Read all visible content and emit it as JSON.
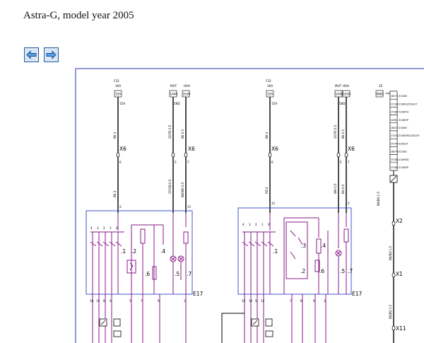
{
  "page": {
    "title": "Astra-G, model year 2005"
  },
  "nav": {
    "back_label": "Back",
    "forward_label": "Forward"
  },
  "diagram": {
    "left_circuit": {
      "fuse_top": [
        "F32",
        "30A"
      ],
      "terminals_top": [
        {
          "id": "15A",
          "sub": "15A"
        },
        {
          "id": "1440",
          "sub": "58D"
        },
        {
          "id": "1630",
          "sub": ""
        }
      ],
      "bus_top": [
        "MUT",
        "HSH"
      ],
      "wire_labels": [
        "BK 4",
        "GY/YE 0.5",
        "BK 0.5",
        "BK 4",
        "GY/GN 0.5",
        "BK/WH 0.5"
      ],
      "connector": "X6",
      "pin_numbers": [
        "6",
        "5",
        "7",
        "2",
        "11"
      ],
      "module_pins": [
        "4",
        "3",
        "2",
        "1",
        "0"
      ],
      "component_labels": [
        ".1",
        ".2",
        ".4",
        ".5",
        ".6",
        ".7"
      ],
      "module": "E17",
      "bottom_pins": [
        "16",
        "15",
        "8",
        "4",
        "5",
        "7",
        "6",
        "3"
      ]
    },
    "right_circuit": {
      "fuse_top": [
        "F32",
        "30A"
      ],
      "terminals_top": [
        {
          "id": "15A",
          "sub": "15A"
        },
        {
          "id": "1440",
          "sub": "58D"
        },
        {
          "id": "1630",
          "sub": ""
        }
      ],
      "bus_top": [
        "MUT",
        "HSH"
      ],
      "wire_labels": [
        "BK 4",
        "GY/YE 0.5",
        "BK 0.5",
        "RD 4",
        "WH 0.5",
        "BU 0.5"
      ],
      "connector": "X6",
      "pin_numbers": [
        "6",
        "5",
        "7",
        "11",
        "2"
      ],
      "module_pins": [
        "4",
        "3",
        "2",
        "1",
        "0"
      ],
      "component_labels": [
        ".1",
        ".2",
        ".3",
        ".4",
        ".5",
        ".6",
        ".7"
      ],
      "module": "E17",
      "bottom_pins": [
        "15",
        "14",
        "9",
        "12",
        "7",
        "8",
        "6",
        "3"
      ]
    },
    "side_strip": {
      "top_label": "2E",
      "terminal": "6882",
      "codes": [
        "Z15DE",
        "Z18XE/Z20LET",
        "Y20DTH",
        "Z18XEP",
        "Z16XE",
        "Z18XEP/Z20LEH",
        "Z20LET",
        "Z22SE",
        "Z16YNG",
        "Z14XEP"
      ],
      "numbers": [
        "1B172",
        "1T108",
        "1T008",
        "1Z08",
        "1B017",
        "1T078",
        "1T078",
        "1B078",
        "1T038",
        "1T040"
      ],
      "wire_labels": [
        "BK/BU 1.5",
        "BK/BU 1.5",
        "BK/BU 1.5"
      ],
      "connectors": [
        "X2",
        "X1",
        "X11"
      ]
    }
  }
}
